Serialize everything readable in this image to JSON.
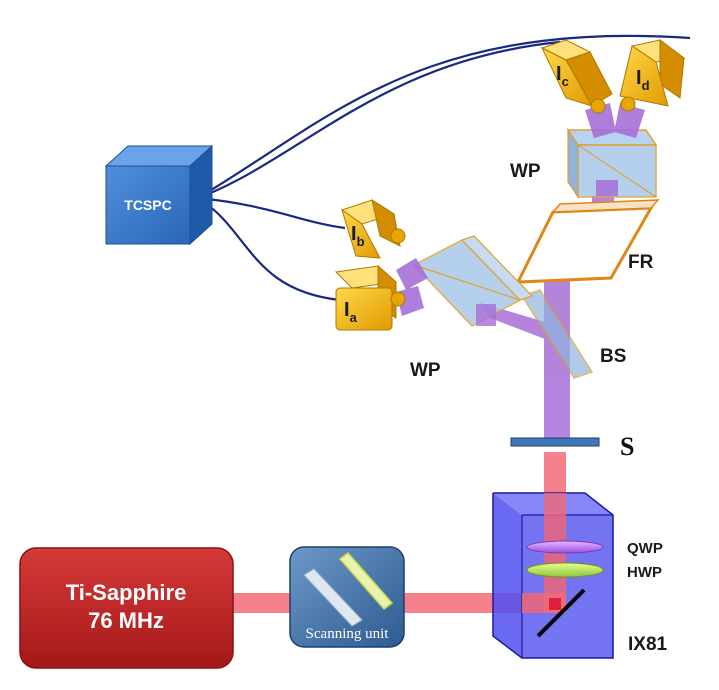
{
  "labels": {
    "tcspc": "TCSPC",
    "laser_line1": "Ti-Sapphire",
    "laser_line2": "76 MHz",
    "scanning_unit": "Scanning unit",
    "ix81": "IX81",
    "qwp": "QWP",
    "hwp": "HWP",
    "shutter": "S",
    "beamsplitter": "BS",
    "faraday_rotator": "FR",
    "wollaston_top": "WP",
    "wollaston_left": "WP"
  },
  "detectors": {
    "a": {
      "base": "I",
      "sub": "a"
    },
    "b": {
      "base": "I",
      "sub": "b"
    },
    "c": {
      "base": "I",
      "sub": "c"
    },
    "d": {
      "base": "I",
      "sub": "d"
    }
  },
  "colors": {
    "laser_beam": "#f06070",
    "emission_beam": "#a070d8",
    "laser_box": "#c62828",
    "tcspc_box": "#2f6fc4",
    "microscope": "#3b3bf0",
    "detector": "#f2b705",
    "optics_outline": "#e0871a",
    "cable": "#1a2a80"
  }
}
